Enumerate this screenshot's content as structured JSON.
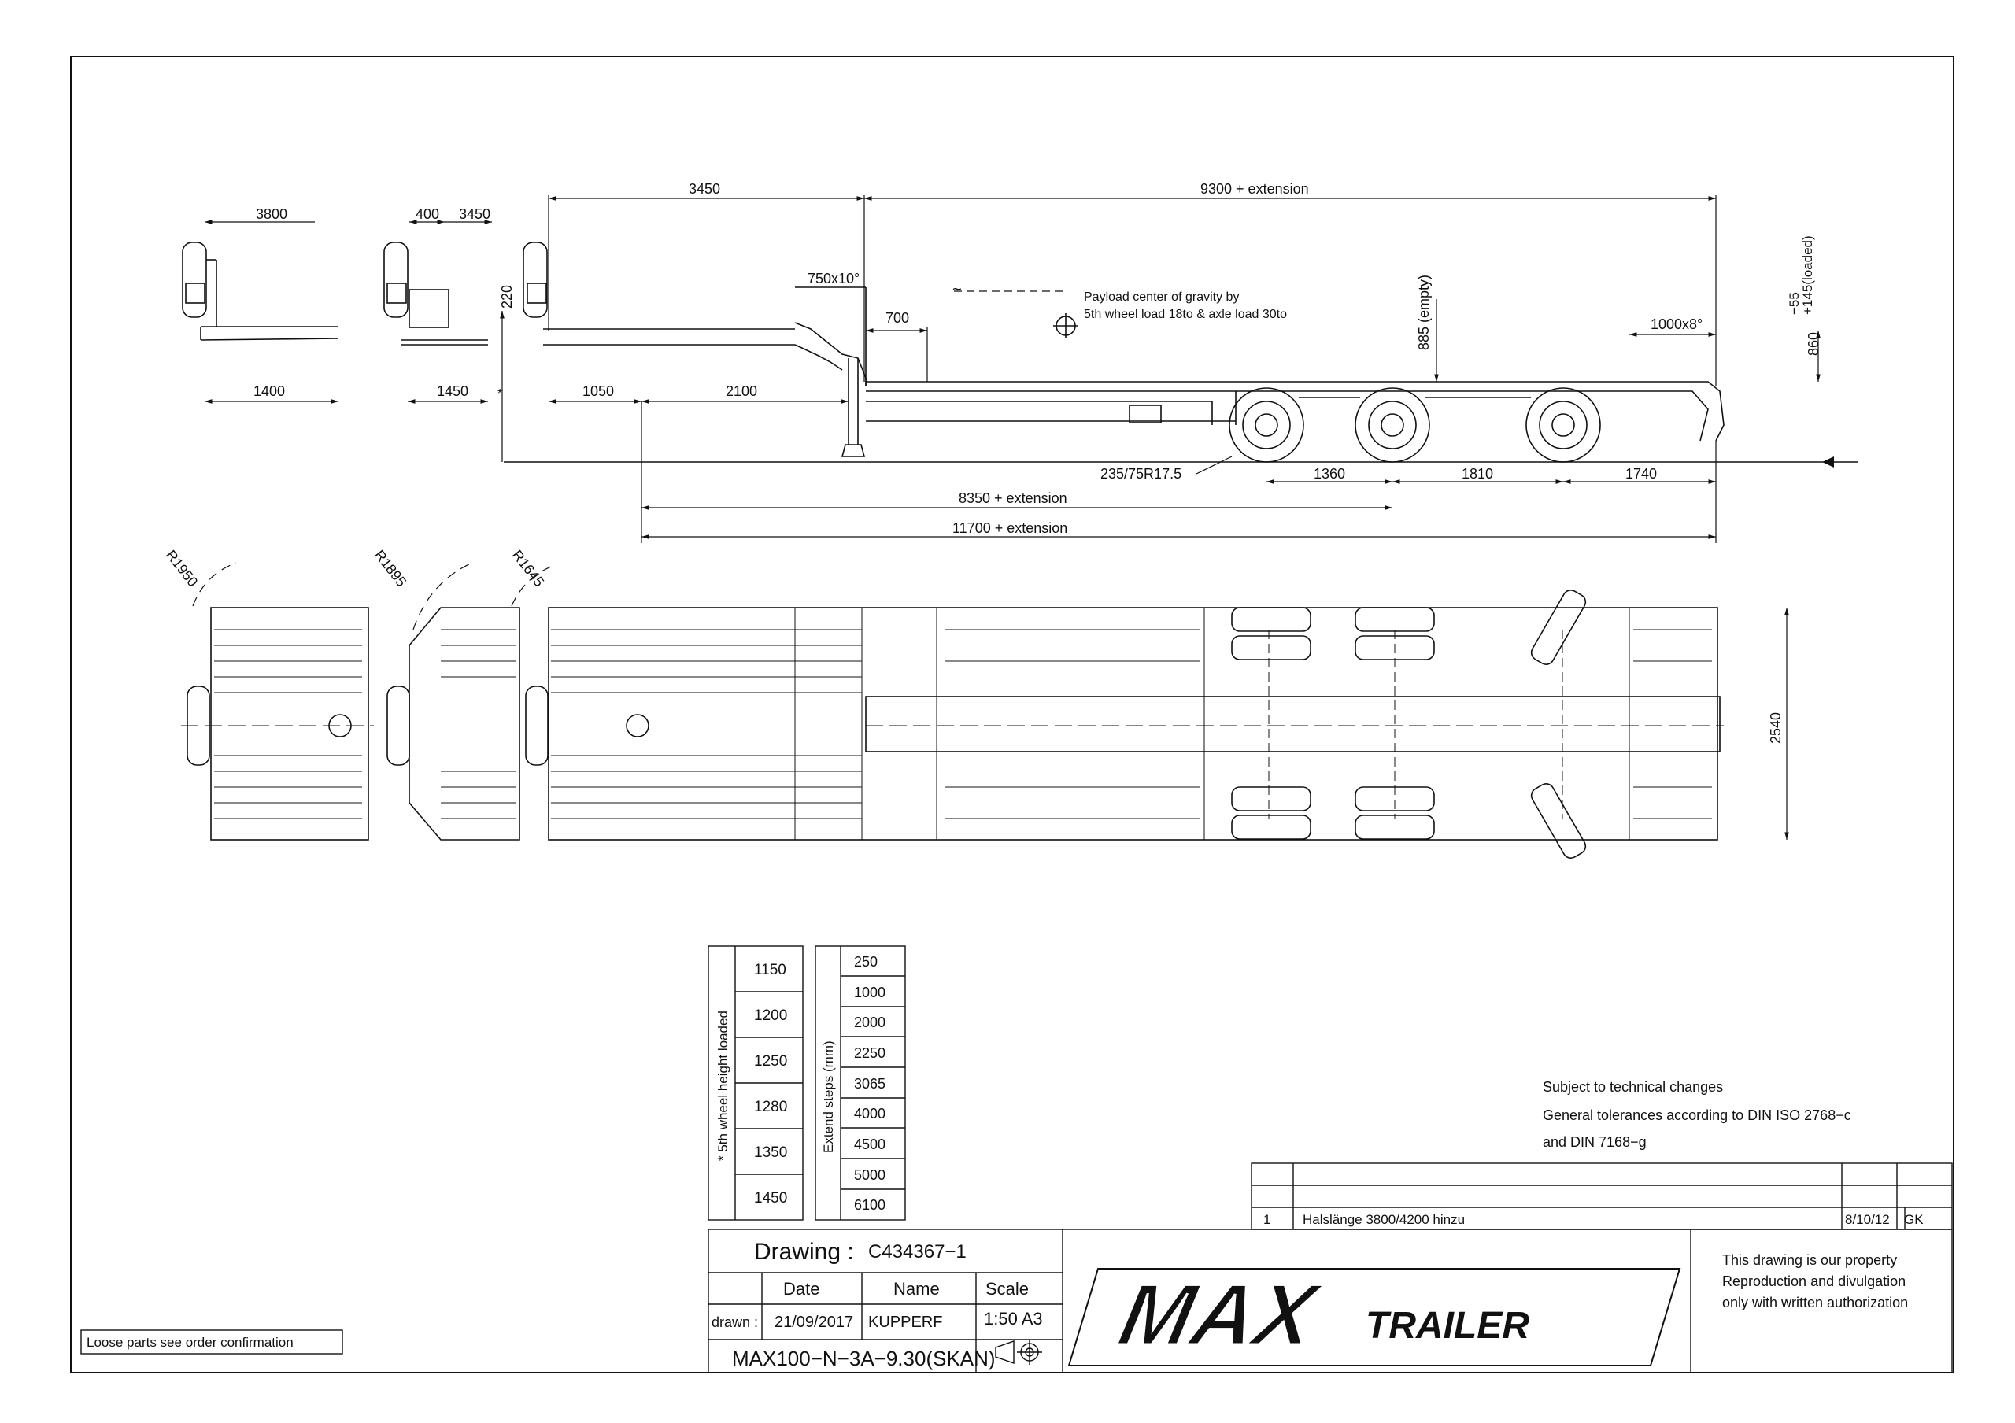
{
  "dimensions": {
    "top_3800": "3800",
    "top_400": "400",
    "top_3450_small": "3450",
    "top_3450": "3450",
    "top_9300": "9300 + extension",
    "d_220": "220",
    "d_750x10": "750x10°",
    "d_700": "700",
    "d_1000x8": "1000x8°",
    "d_885": "885 (empty)",
    "d_860": "860",
    "d_plus145": "+145(loaded)",
    "d_minus55": "−55",
    "d_1400": "1400",
    "d_1450": "1450",
    "d_1050": "1050",
    "d_2100": "2100",
    "d_1360": "1360",
    "d_1810": "1810",
    "d_1740": "1740",
    "d_8350": "8350 + extension",
    "d_11700": "11700 + extension",
    "d_2540": "2540",
    "r1950": "R1950",
    "r1895": "R1895",
    "r1645": "R1645",
    "tyre": "235/75R17.5",
    "approx": "~",
    "asterisk": "*"
  },
  "payload_note": {
    "line1": "Payload center of gravity by",
    "line2": "5th wheel load 18to & axle load 30to"
  },
  "table_left": {
    "header": "* 5th wheel height loaded",
    "values": [
      "1150",
      "1200",
      "1250",
      "1280",
      "1350",
      "1450"
    ]
  },
  "table_right": {
    "header": "Extend steps (mm)",
    "values": [
      "250",
      "1000",
      "2000",
      "2250",
      "3065",
      "4000",
      "4500",
      "5000",
      "6100"
    ]
  },
  "notes": {
    "line1": "Subject to technical changes",
    "line2": "General tolerances according to DIN ISO 2768−c",
    "line3": "and DIN 7168−g"
  },
  "revision": {
    "num": "1",
    "text": "Halslänge 3800/4200 hinzu",
    "date": "8/10/12",
    "by": "GK"
  },
  "title_block": {
    "drawing_label": "Drawing :",
    "drawing_no": "C434367−1",
    "date_label": "Date",
    "name_label": "Name",
    "scale_label": "Scale",
    "drawn_label": "drawn :",
    "date_value": "21/09/2017",
    "name_value": "KUPPERF",
    "scale_value": "1:50  A3",
    "model": "MAX100−N−3A−9.30(SKAN)",
    "logo_max": "MAX",
    "logo_trailer": "TRAILER"
  },
  "property_note": {
    "line1": "This drawing is our property",
    "line2": "Reproduction and divulgation",
    "line3": "only with written authorization"
  },
  "loose_parts": "Loose parts see order confirmation"
}
